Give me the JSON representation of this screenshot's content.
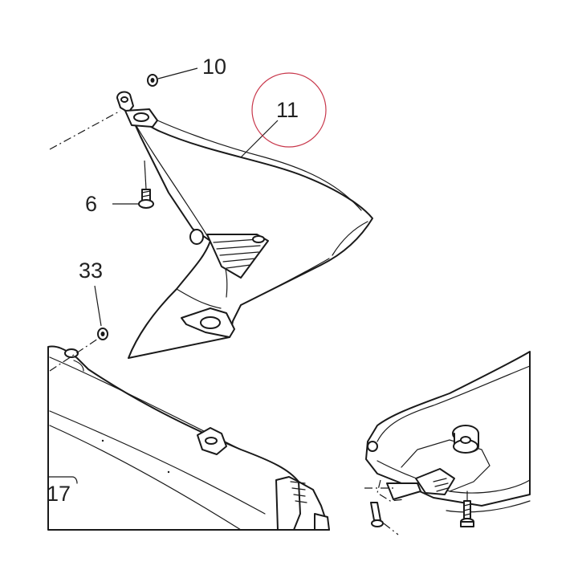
{
  "callouts": {
    "c10": "10",
    "c11": "11",
    "c6": "6",
    "c33": "33",
    "c17": "17"
  },
  "colors": {
    "line": "#1a1a1a",
    "highlight_circle": "#c8374b",
    "background": "#ffffff"
  }
}
